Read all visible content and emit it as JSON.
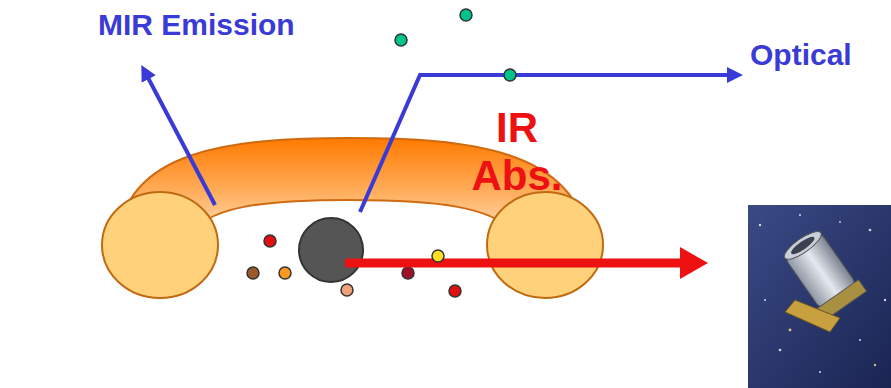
{
  "diagram": {
    "labels": [
      "MIR Emission",
      "Optical",
      "IR Abs."
    ]
  }
}
